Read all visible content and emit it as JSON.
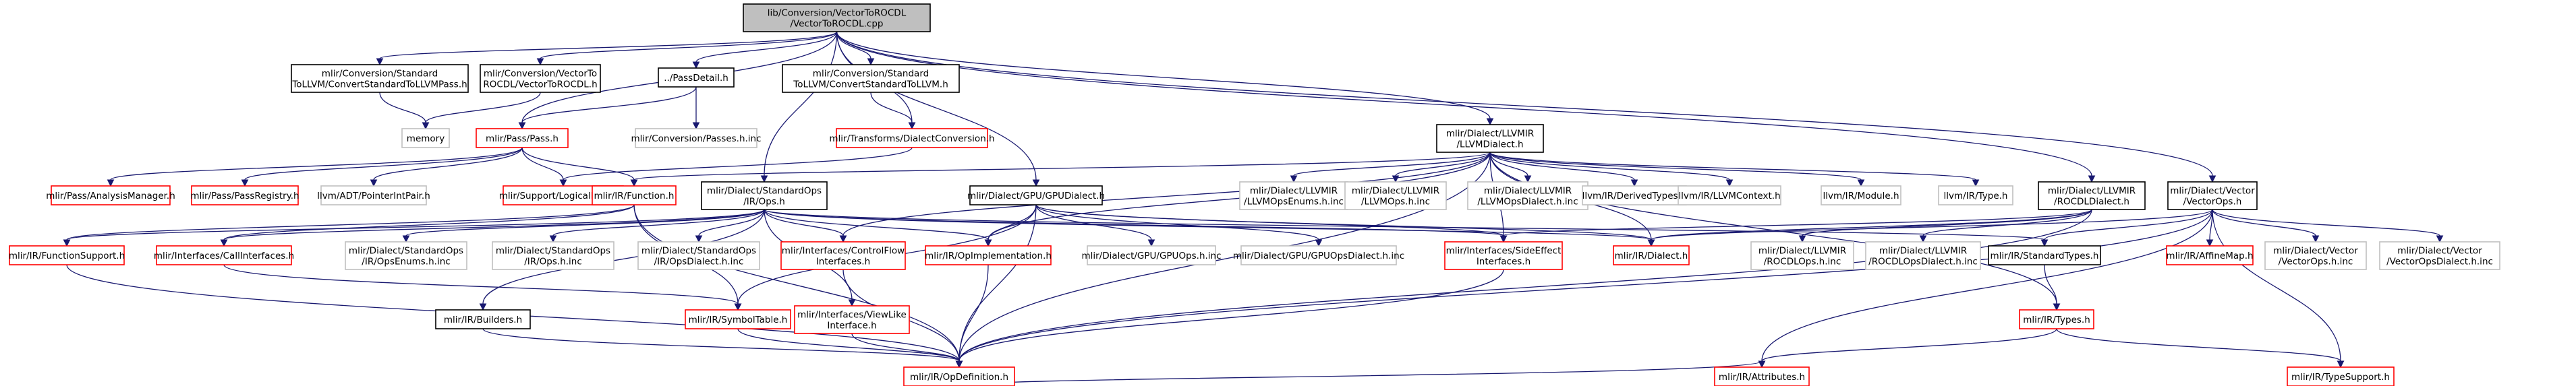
{
  "diagram": {
    "type": "include-dependency-graph",
    "colors": {
      "edge": "#191970",
      "root_fill": "#bfbfbf",
      "linked_border": "#000000",
      "unlinked_border": "#bfbfbf",
      "red_border": "#ff0000"
    },
    "nodes": [
      {
        "id": "root",
        "lines": [
          "lib/Conversion/VectorToROCDL",
          "/VectorToROCDL.cpp"
        ],
        "style": "root"
      },
      {
        "id": "std_to_llvm_pass",
        "lines": [
          "mlir/Conversion/Standard",
          "ToLLVM/ConvertStandardToLLVMPass.h"
        ],
        "style": "linked"
      },
      {
        "id": "vec_to_rocdl_h",
        "lines": [
          "mlir/Conversion/VectorTo",
          "ROCDL/VectorToROCDL.h"
        ],
        "style": "linked"
      },
      {
        "id": "pass_detail",
        "lines": [
          "../PassDetail.h"
        ],
        "style": "linked"
      },
      {
        "id": "std_to_llvm",
        "lines": [
          "mlir/Conversion/Standard",
          "ToLLVM/ConvertStandardToLLVM.h"
        ],
        "style": "linked"
      },
      {
        "id": "memory",
        "lines": [
          "memory"
        ],
        "style": "plain"
      },
      {
        "id": "pass_h",
        "lines": [
          "mlir/Pass/Pass.h"
        ],
        "style": "red"
      },
      {
        "id": "conv_passes_inc",
        "lines": [
          "mlir/Conversion/Passes.h.inc"
        ],
        "style": "plain"
      },
      {
        "id": "dialect_conv",
        "lines": [
          "mlir/Transforms/DialectConversion.h"
        ],
        "style": "red"
      },
      {
        "id": "llvm_dialect",
        "lines": [
          "mlir/Dialect/LLVMIR",
          "/LLVMDialect.h"
        ],
        "style": "linked"
      },
      {
        "id": "analysis_mgr",
        "lines": [
          "mlir/Pass/AnalysisManager.h"
        ],
        "style": "red"
      },
      {
        "id": "pass_registry",
        "lines": [
          "mlir/Pass/PassRegistry.h"
        ],
        "style": "red"
      },
      {
        "id": "ptr_int_pair",
        "lines": [
          "llvm/ADT/PointerIntPair.h"
        ],
        "style": "plain"
      },
      {
        "id": "logical_result",
        "lines": [
          "mlir/Support/LogicalResult.h"
        ],
        "style": "red"
      },
      {
        "id": "function_h",
        "lines": [
          "mlir/IR/Function.h"
        ],
        "style": "red"
      },
      {
        "id": "std_ops",
        "lines": [
          "mlir/Dialect/StandardOps",
          "/IR/Ops.h"
        ],
        "style": "linked"
      },
      {
        "id": "gpu_dialect",
        "lines": [
          "mlir/Dialect/GPU/GPUDialect.h"
        ],
        "style": "linked"
      },
      {
        "id": "llvm_ops_enums",
        "lines": [
          "mlir/Dialect/LLVMIR",
          "/LLVMOpsEnums.h.inc"
        ],
        "style": "plain"
      },
      {
        "id": "llvm_ops_inc",
        "lines": [
          "mlir/Dialect/LLVMIR",
          "/LLVMOps.h.inc"
        ],
        "style": "plain"
      },
      {
        "id": "llvm_ops_dialect",
        "lines": [
          "mlir/Dialect/LLVMIR",
          "/LLVMOpsDialect.h.inc"
        ],
        "style": "plain"
      },
      {
        "id": "derived_types",
        "lines": [
          "llvm/IR/DerivedTypes.h"
        ],
        "style": "plain"
      },
      {
        "id": "llvm_context",
        "lines": [
          "llvm/IR/LLVMContext.h"
        ],
        "style": "plain"
      },
      {
        "id": "llvm_module",
        "lines": [
          "llvm/IR/Module.h"
        ],
        "style": "plain"
      },
      {
        "id": "llvm_type",
        "lines": [
          "llvm/IR/Type.h"
        ],
        "style": "plain"
      },
      {
        "id": "rocdl_dialect",
        "lines": [
          "mlir/Dialect/LLVMIR",
          "/ROCDLDialect.h"
        ],
        "style": "linked"
      },
      {
        "id": "vector_ops",
        "lines": [
          "mlir/Dialect/Vector",
          "/VectorOps.h"
        ],
        "style": "linked"
      },
      {
        "id": "function_support",
        "lines": [
          "mlir/IR/FunctionSupport.h"
        ],
        "style": "red"
      },
      {
        "id": "call_interfaces",
        "lines": [
          "mlir/Interfaces/CallInterfaces.h"
        ],
        "style": "red"
      },
      {
        "id": "std_ops_enums",
        "lines": [
          "mlir/Dialect/StandardOps",
          "/IR/OpsEnums.h.inc"
        ],
        "style": "plain"
      },
      {
        "id": "std_ops_inc",
        "lines": [
          "mlir/Dialect/StandardOps",
          "/IR/Ops.h.inc"
        ],
        "style": "plain"
      },
      {
        "id": "std_ops_dialect",
        "lines": [
          "mlir/Dialect/StandardOps",
          "/IR/OpsDialect.h.inc"
        ],
        "style": "plain"
      },
      {
        "id": "control_flow",
        "lines": [
          "mlir/Interfaces/ControlFlow",
          "Interfaces.h"
        ],
        "style": "red"
      },
      {
        "id": "op_impl",
        "lines": [
          "mlir/IR/OpImplementation.h"
        ],
        "style": "red"
      },
      {
        "id": "gpu_ops_inc",
        "lines": [
          "mlir/Dialect/GPU/GPUOps.h.inc"
        ],
        "style": "plain"
      },
      {
        "id": "gpu_ops_dialect",
        "lines": [
          "mlir/Dialect/GPU/GPUOpsDialect.h.inc"
        ],
        "style": "plain"
      },
      {
        "id": "side_effect",
        "lines": [
          "mlir/Interfaces/SideEffect",
          "Interfaces.h"
        ],
        "style": "red"
      },
      {
        "id": "ir_dialect",
        "lines": [
          "mlir/IR/Dialect.h"
        ],
        "style": "red"
      },
      {
        "id": "rocdl_ops",
        "lines": [
          "mlir/Dialect/LLVMIR",
          "/ROCDLOps.h.inc"
        ],
        "style": "plain"
      },
      {
        "id": "rocdl_ops_dialect",
        "lines": [
          "mlir/Dialect/LLVMIR",
          "/ROCDLOpsDialect.h.inc"
        ],
        "style": "plain"
      },
      {
        "id": "std_types",
        "lines": [
          "mlir/IR/StandardTypes.h"
        ],
        "style": "linked"
      },
      {
        "id": "affine_map",
        "lines": [
          "mlir/IR/AffineMap.h"
        ],
        "style": "red"
      },
      {
        "id": "vector_ops_inc",
        "lines": [
          "mlir/Dialect/Vector",
          "/VectorOps.h.inc"
        ],
        "style": "plain"
      },
      {
        "id": "vector_ops_dialect",
        "lines": [
          "mlir/Dialect/Vector",
          "/VectorOpsDialect.h.inc"
        ],
        "style": "plain"
      },
      {
        "id": "builders",
        "lines": [
          "mlir/IR/Builders.h"
        ],
        "style": "linked"
      },
      {
        "id": "symbol_table",
        "lines": [
          "mlir/IR/SymbolTable.h"
        ],
        "style": "red"
      },
      {
        "id": "view_like",
        "lines": [
          "mlir/Interfaces/ViewLike",
          "Interface.h"
        ],
        "style": "red"
      },
      {
        "id": "ir_types",
        "lines": [
          "mlir/IR/Types.h"
        ],
        "style": "red"
      },
      {
        "id": "op_definition",
        "lines": [
          "mlir/IR/OpDefinition.h"
        ],
        "style": "red"
      },
      {
        "id": "attributes",
        "lines": [
          "mlir/IR/Attributes.h"
        ],
        "style": "red"
      },
      {
        "id": "type_support",
        "lines": [
          "mlir/IR/TypeSupport.h"
        ],
        "style": "red"
      }
    ],
    "edges": [
      [
        "root",
        "std_to_llvm_pass"
      ],
      [
        "root",
        "vec_to_rocdl_h"
      ],
      [
        "root",
        "pass_detail"
      ],
      [
        "root",
        "std_to_llvm"
      ],
      [
        "root",
        "pass_h"
      ],
      [
        "root",
        "dialect_conv"
      ],
      [
        "root",
        "llvm_dialect"
      ],
      [
        "root",
        "std_ops"
      ],
      [
        "root",
        "gpu_dialect"
      ],
      [
        "root",
        "rocdl_dialect"
      ],
      [
        "root",
        "vector_ops"
      ],
      [
        "std_to_llvm_pass",
        "memory"
      ],
      [
        "vec_to_rocdl_h",
        "memory"
      ],
      [
        "pass_detail",
        "pass_h"
      ],
      [
        "pass_detail",
        "conv_passes_inc"
      ],
      [
        "std_to_llvm",
        "dialect_conv"
      ],
      [
        "pass_h",
        "analysis_mgr"
      ],
      [
        "pass_h",
        "pass_registry"
      ],
      [
        "pass_h",
        "ptr_int_pair"
      ],
      [
        "pass_h",
        "logical_result"
      ],
      [
        "pass_h",
        "function_h"
      ],
      [
        "dialect_conv",
        "logical_result"
      ],
      [
        "llvm_dialect",
        "function_h"
      ],
      [
        "llvm_dialect",
        "op_impl"
      ],
      [
        "llvm_dialect",
        "control_flow"
      ],
      [
        "llvm_dialect",
        "llvm_ops_enums"
      ],
      [
        "llvm_dialect",
        "llvm_ops_inc"
      ],
      [
        "llvm_dialect",
        "llvm_ops_dialect"
      ],
      [
        "llvm_dialect",
        "derived_types"
      ],
      [
        "llvm_dialect",
        "llvm_context"
      ],
      [
        "llvm_dialect",
        "llvm_module"
      ],
      [
        "llvm_dialect",
        "llvm_type"
      ],
      [
        "llvm_dialect",
        "side_effect"
      ],
      [
        "llvm_dialect",
        "ir_dialect"
      ],
      [
        "llvm_dialect",
        "op_definition"
      ],
      [
        "llvm_dialect",
        "ir_types"
      ],
      [
        "function_h",
        "function_support"
      ],
      [
        "function_h",
        "call_interfaces"
      ],
      [
        "function_h",
        "symbol_table"
      ],
      [
        "function_h",
        "op_definition"
      ],
      [
        "std_ops",
        "function_support"
      ],
      [
        "std_ops",
        "call_interfaces"
      ],
      [
        "std_ops",
        "std_ops_enums"
      ],
      [
        "std_ops",
        "std_ops_inc"
      ],
      [
        "std_ops",
        "std_ops_dialect"
      ],
      [
        "std_ops",
        "control_flow"
      ],
      [
        "std_ops",
        "op_impl"
      ],
      [
        "std_ops",
        "side_effect"
      ],
      [
        "std_ops",
        "ir_dialect"
      ],
      [
        "std_ops",
        "builders"
      ],
      [
        "std_ops",
        "view_like"
      ],
      [
        "std_ops",
        "std_types"
      ],
      [
        "gpu_dialect",
        "op_impl"
      ],
      [
        "gpu_dialect",
        "gpu_ops_inc"
      ],
      [
        "gpu_dialect",
        "gpu_ops_dialect"
      ],
      [
        "gpu_dialect",
        "side_effect"
      ],
      [
        "gpu_dialect",
        "ir_dialect"
      ],
      [
        "gpu_dialect",
        "symbol_table"
      ],
      [
        "gpu_dialect",
        "op_definition"
      ],
      [
        "rocdl_dialect",
        "ir_dialect"
      ],
      [
        "rocdl_dialect",
        "rocdl_ops"
      ],
      [
        "rocdl_dialect",
        "rocdl_ops_dialect"
      ],
      [
        "rocdl_dialect",
        "op_definition"
      ],
      [
        "rocdl_dialect",
        "side_effect"
      ],
      [
        "vector_ops",
        "std_types"
      ],
      [
        "vector_ops",
        "affine_map"
      ],
      [
        "vector_ops",
        "vector_ops_inc"
      ],
      [
        "vector_ops",
        "vector_ops_dialect"
      ],
      [
        "vector_ops",
        "ir_dialect"
      ],
      [
        "vector_ops",
        "attributes"
      ],
      [
        "vector_ops",
        "type_support"
      ],
      [
        "vector_ops",
        "op_definition"
      ],
      [
        "function_support",
        "op_definition"
      ],
      [
        "call_interfaces",
        "symbol_table"
      ],
      [
        "control_flow",
        "op_definition"
      ],
      [
        "op_impl",
        "op_definition"
      ],
      [
        "side_effect",
        "op_definition"
      ],
      [
        "std_types",
        "ir_types"
      ],
      [
        "builders",
        "op_definition"
      ],
      [
        "symbol_table",
        "op_definition"
      ],
      [
        "view_like",
        "op_definition"
      ],
      [
        "ir_types",
        "attributes"
      ],
      [
        "ir_types",
        "type_support"
      ],
      [
        "op_definition",
        "attributes"
      ]
    ]
  }
}
